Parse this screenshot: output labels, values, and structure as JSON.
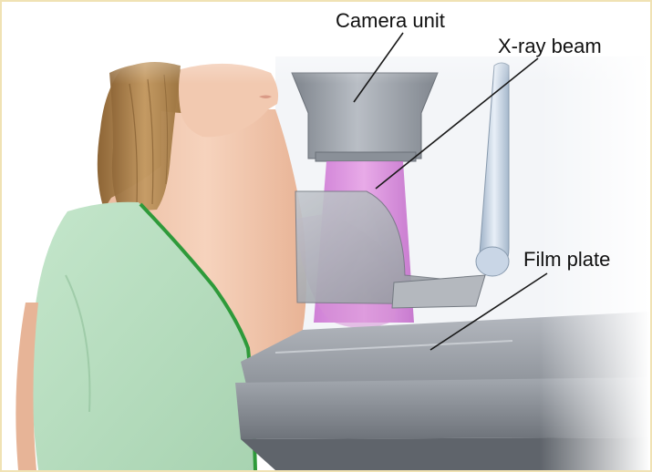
{
  "callouts": {
    "camera_unit": "Camera unit",
    "xray_beam": "X-ray beam",
    "film_plate": "Film plate"
  },
  "colors": {
    "frame_border": "#f0e2b4",
    "skin": "#f2c7ad",
    "hair": "#b98e56",
    "gown": "#b9e0c1",
    "gown_trim": "#2e9a3a",
    "xray_beam": "#d77ad9",
    "machine_gray": "#9a9fa8",
    "support_arm": "#c9d6e6"
  }
}
